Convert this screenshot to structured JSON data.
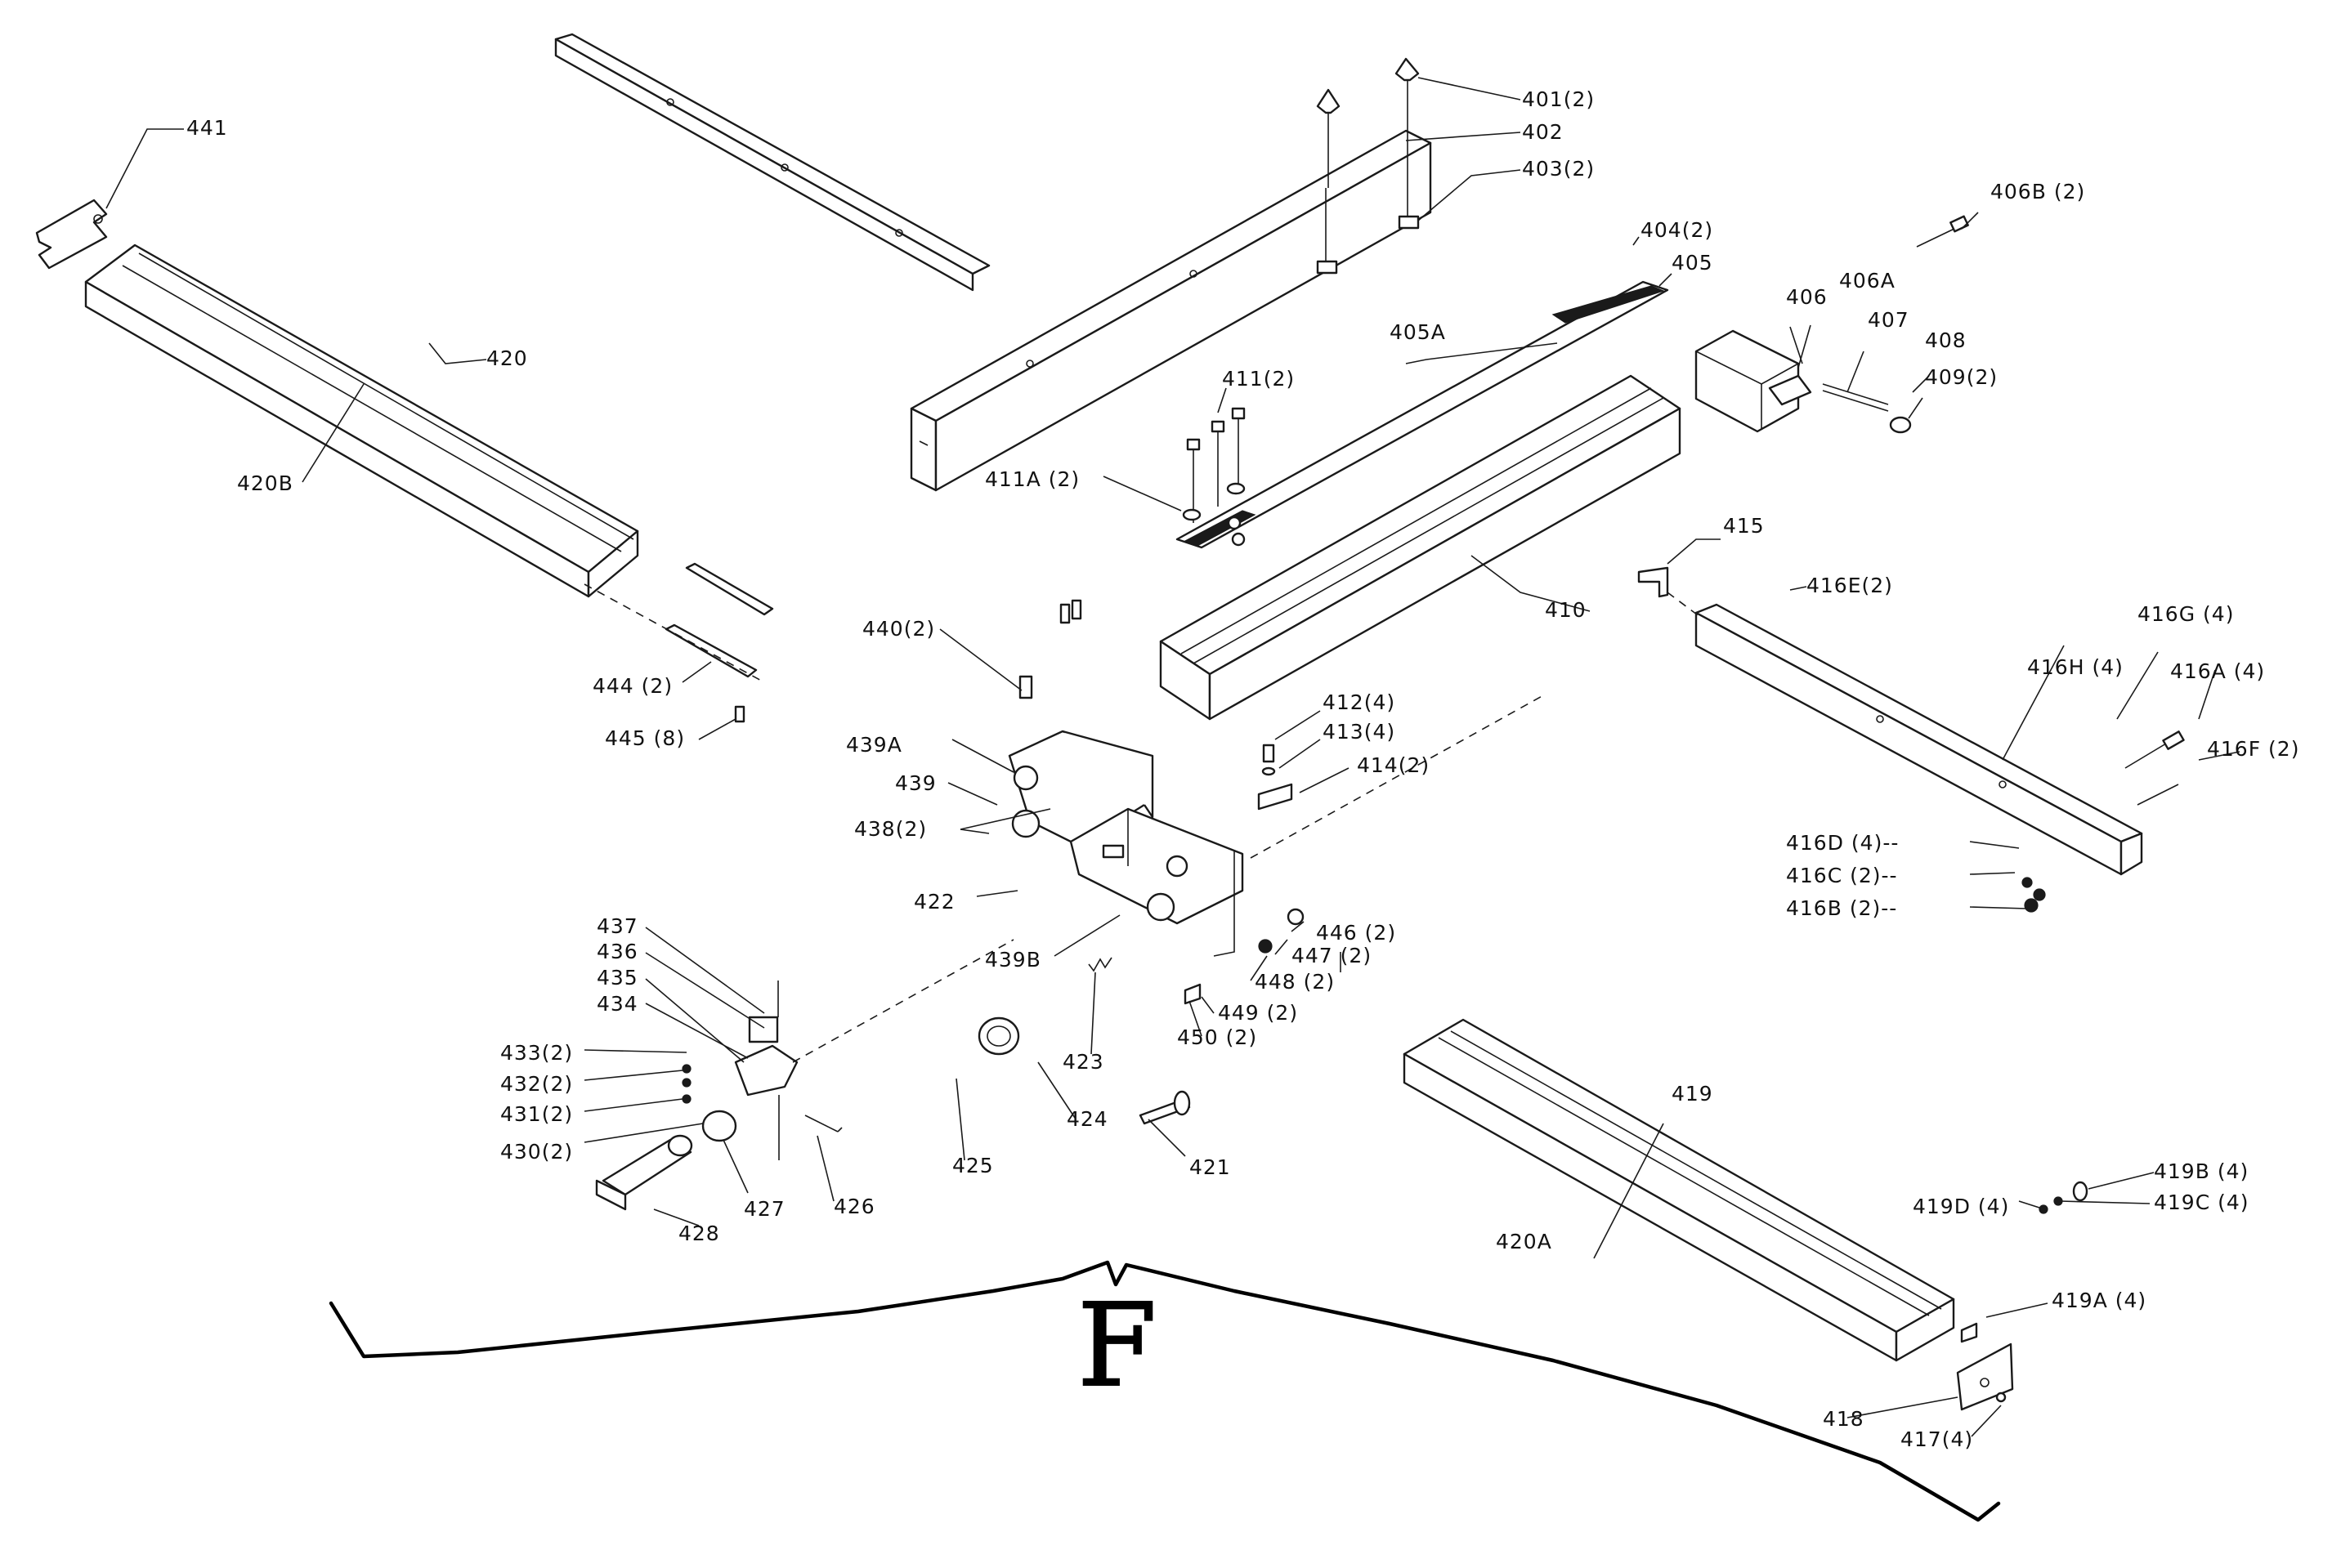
{
  "sheet_letter": "F",
  "labels": [
    "401(2)",
    "402",
    "403(2)",
    "404(2)",
    "405",
    "405A",
    "406",
    "406A",
    "406B (2)",
    "407",
    "408",
    "409(2)",
    "410",
    "411(2)",
    "411A (2)",
    "412(4)",
    "413(4)",
    "414(2)",
    "415",
    "416E(2)",
    "416G (4)",
    "416H (4)",
    "416A (4)",
    "416F (2)",
    "416D (4)--",
    "416C (2)--",
    "416B (2)--",
    "417(4)",
    "418",
    "419",
    "419A (4)",
    "419B (4)",
    "419C (4)",
    "419D (4)",
    "420",
    "420A",
    "420B",
    "421",
    "422",
    "423",
    "424",
    "425",
    "426",
    "427",
    "428",
    "430(2)",
    "431(2)",
    "432(2)",
    "433(2)",
    "434",
    "435",
    "436",
    "437",
    "438(2)",
    "439",
    "439A",
    "439B",
    "440(2)",
    "441",
    "444 (2)",
    "445 (8)",
    "446 (2)",
    "447 (2)",
    "448 (2)",
    "449 (2)",
    "450 (2)"
  ]
}
